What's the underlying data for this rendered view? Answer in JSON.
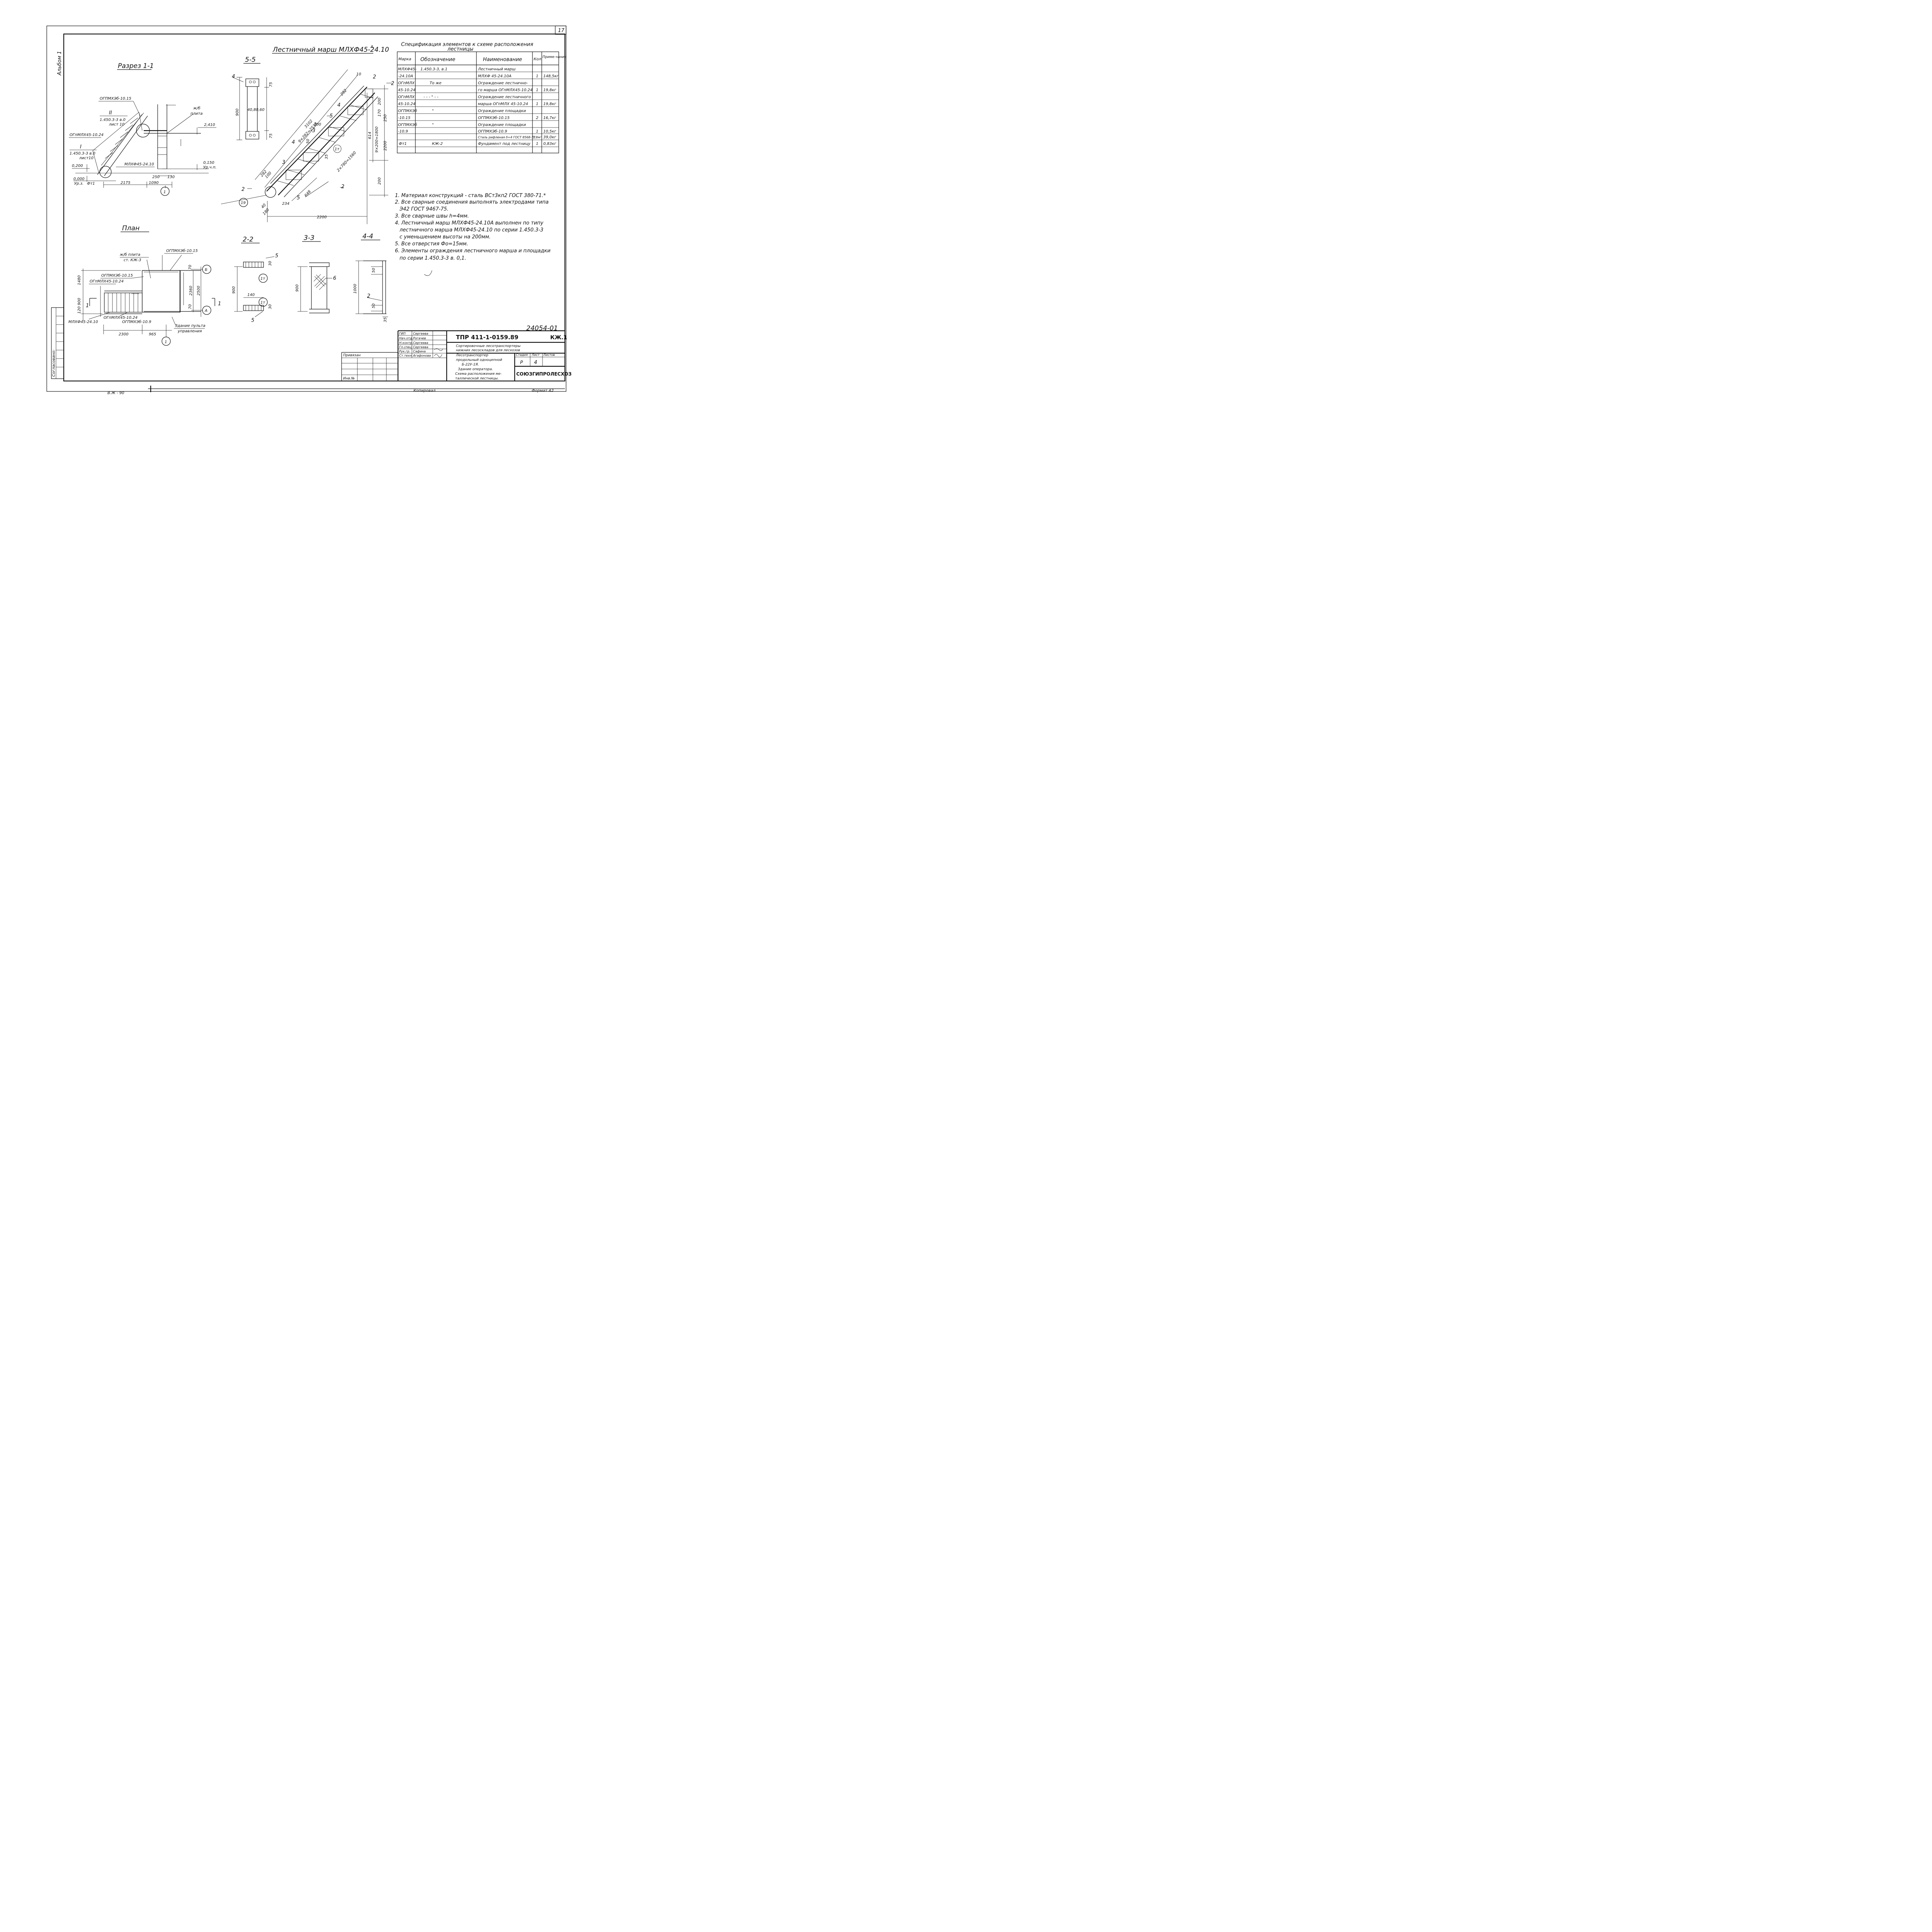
{
  "sheet": {
    "sheet_no": "17",
    "side_label": "Альбом 1",
    "agreed_label": "Согласовано:",
    "format_label": "Формат А2",
    "copied_label": "Копировал",
    "bottom_left": "В.Ж - 90"
  },
  "drawing": {
    "main_title": "Лестничный марш МЛХФ45-24.10",
    "main_title_sup": "А",
    "section_11": "Разрез 1-1",
    "section_55": "5-5",
    "section_22": "2-2",
    "section_33": "3-3",
    "section_44": "4-4",
    "plan": "План"
  },
  "section11_labels": {
    "l1": "ОГПМХЭб-10.15",
    "l2": "II",
    "l3": "1.450.3-3 в.0",
    "l4": "лист 10",
    "l5": "ж/б",
    "l6": "плита",
    "l7": "2,410",
    "l8": "ОГпМЛХ45-10.24",
    "l9": "I",
    "l10": "1.450.3-3 в.0",
    "l11": "лист10",
    "l12": "0,150",
    "l13": "Ур.ч.п.",
    "l14": "0,200",
    "l15": "МЛХФ45-24.10",
    "l16": "0,000",
    "l17": "Ур.з.",
    "l18": "Фт1",
    "d1": "2175",
    "d2": "1090",
    "d3": "250",
    "d4": "130",
    "axis": "1"
  },
  "stair_dims": {
    "d1": "3102",
    "d2": "9×282=2538",
    "d3": "282",
    "d4": "10",
    "d5": "200",
    "d6": "170",
    "d7": "250",
    "d8": "614",
    "d9": "9×200=1800",
    "d10": "2200",
    "d11": "2×780=1560",
    "d12": "200",
    "d13": "2200",
    "d14": "648",
    "d15": "234",
    "d16": "282",
    "d17": "100",
    "d18": "50",
    "d19": "200",
    "d20": "35",
    "d21": "180",
    "d22": "40",
    "d23": "19",
    "p2": "2",
    "p3": "3",
    "p4": "4",
    "p5": "5",
    "p1t": "1т"
  },
  "section55_labels": {
    "dim1": "75",
    "dim2": "900",
    "dim3": "40,80,60",
    "dim4": "75",
    "part": "4"
  },
  "spec": {
    "title": "Спецификация элементов к схеме расположения",
    "subtitle": "лестницы",
    "headers": [
      "Марка",
      "Обозначение",
      "Наименование",
      "Кол.",
      "Приме-чание"
    ],
    "rows": [
      [
        "МЛХФ45-",
        "1.450.3-3, в.1",
        "Лестничный марш",
        "",
        ""
      ],
      [
        "-24.10А",
        "",
        "МЛХФ 45-24.10А",
        "1",
        "148,5кг"
      ],
      [
        "ОГпМЛХ",
        "То же",
        "Ограждение лестнично-",
        "",
        ""
      ],
      [
        "45-10.24",
        "",
        "го марша ОГпМЛХ45-10.24",
        "1",
        "19,8кг"
      ],
      [
        "ОГпМЛХ",
        "- - - \" - -",
        "Ограждение лестничного",
        "",
        ""
      ],
      [
        "45-10.24",
        "",
        "марша ОГпМЛХ 45-10.24",
        "1",
        "19,8кг"
      ],
      [
        "ОГПМХЭб",
        "\"",
        "Ограждение площадки",
        "",
        ""
      ],
      [
        "-10.15",
        "",
        "ОГПМХЭб-10.15",
        "2",
        "16,7кг"
      ],
      [
        "ОГПМХЭб",
        "\"",
        "Ограждение площадки",
        "",
        ""
      ],
      [
        "-10.9",
        "",
        "ОГПМХЭб-10.9",
        "1",
        "10,5кг"
      ],
      [
        "",
        "",
        "Сталь рифленая δ=4 ГОСТ 8568-77",
        "1,8м²",
        "39,0кг"
      ],
      [
        "Фт1",
        "КЖ-2",
        "Фундамент под лестницу",
        "1",
        "0,83кг"
      ]
    ]
  },
  "notes": [
    "1. Материал конструкций - сталь ВСт3кп2 ГОСТ 380-71.*",
    "2. Все сварные соединения выполнять электродами типа",
    "Э42 ГОСТ 9467-75.",
    "3. Все сварные швы h=4мм.",
    "4. Лестничный марш МЛХФ45-24.10А выполнен по типу",
    "лестничного марша МЛХФ45-24.10 по серии 1.450.3-3",
    "с уменьшением высоты на 200мм.",
    "5. Все отверстия Фо=15мм.",
    "6. Элементы ограждения лестничного марша и площадки",
    "по серии 1.450.3-3 в. 0,1."
  ],
  "plan_labels": {
    "l1": "ж/б плита",
    "l2": "ст. КЖ-3",
    "l3": "ОГПМХЭб-10.15",
    "l4": "ОГПМХЭб-10.15",
    "l5": "ОГпМЛХ45-10.24",
    "l6": "МЛХФ45-24.10",
    "l7": "ОГпМЛХ45-10.24",
    "l8": "ОГПМХЭб-10.9",
    "l9": "Здание пульта",
    "l10": "управления",
    "d1": "1480",
    "d2": "900",
    "d3": "120",
    "d4": "70",
    "d5": "2360",
    "d6": "2500",
    "d7": "70",
    "d8": "2300",
    "d9": "965",
    "axisA": "А",
    "axisB": "Б",
    "axis1": "1",
    "cut": "1"
  },
  "small_sections": {
    "s22_d1": "900",
    "s22_d2": "140",
    "s22_d3": "30",
    "s22_d4": "30",
    "s22_p5a": "5",
    "s22_p5b": "5",
    "s22_1t": "1т",
    "s33_d1": "900",
    "s33_p6": "6",
    "s44_d1": "1000",
    "s44_d2": "50",
    "s44_d3": "50",
    "s44_p2": "2",
    "s44_d4": "35"
  },
  "title_block": {
    "doc_no": "24054-01",
    "project_code": "ТПР 411-1-0159.89",
    "mark": "КЖ.1",
    "project_name_1": "Сортировочные лесотранспортеры",
    "project_name_2": "нижних лесоскладов для лесхозов",
    "object_1": "Лесотранспортер",
    "object_2": "продольный одноцепной",
    "object_3": "Б-22У-1Я.",
    "sheet_title_1": "Здание оператора.",
    "sheet_title_2": "Схема расположения ме-",
    "sheet_title_3": "таллической лестницы.",
    "stage_label": "Стадия",
    "sheet_label": "Лист",
    "sheets_label": "Листов",
    "stage": "Р",
    "sheet": "4",
    "org": "СОЮЗГИПРОЛЕСХОЗ",
    "attached": "Привязан",
    "inv": "Инв.№",
    "roles": [
      "ГИП",
      "Нач.отд.",
      "Н.контр.",
      "Гл.спец.",
      "Рук.гр.",
      "Ст.техн."
    ],
    "names": [
      "Сергеева",
      "Рогачев",
      "Сергеева",
      "Сергеева",
      "Сафина",
      "Агафонова"
    ]
  }
}
